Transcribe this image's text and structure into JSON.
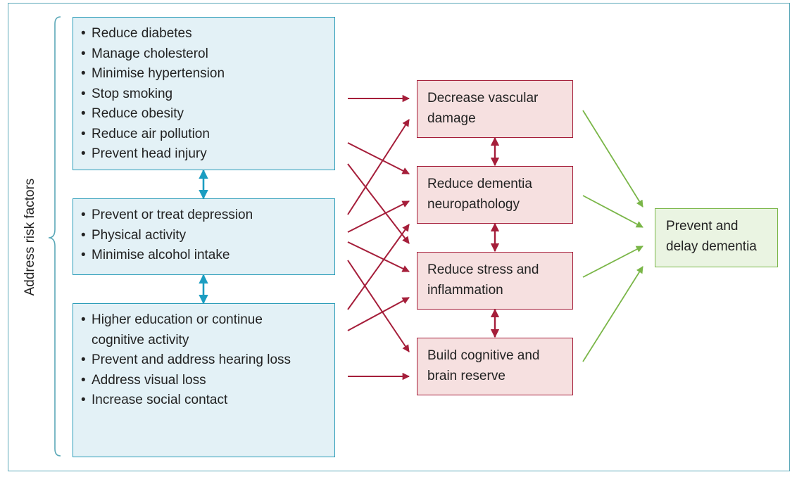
{
  "side_label": "Address risk factors",
  "risk_groups": [
    {
      "items": [
        "Reduce diabetes",
        "Manage cholesterol",
        "Minimise hypertension",
        "Stop smoking",
        "Reduce obesity",
        "Reduce air pollution",
        "Prevent head injury"
      ]
    },
    {
      "items": [
        "Prevent or treat depression",
        "Physical activity",
        "Minimise alcohol intake"
      ]
    },
    {
      "items": [
        "Higher education or continue cognitive activity",
        "Prevent and address hearing loss",
        "Address visual loss",
        "Increase social contact"
      ]
    }
  ],
  "mechanisms": [
    {
      "line1": "Decrease vascular",
      "line2": "damage"
    },
    {
      "line1": "Reduce dementia",
      "line2": "neuropathology"
    },
    {
      "line1": "Reduce stress and",
      "line2": "inflammation"
    },
    {
      "line1": "Build cognitive and",
      "line2": "brain reserve"
    }
  ],
  "outcome": {
    "line1": "Prevent and",
    "line2": "delay dementia"
  },
  "colors": {
    "frame": "#5ba8b8",
    "risk_fill": "#e3f1f6",
    "risk_border": "#2a9cb8",
    "risk_arrow": "#1b9dc1",
    "mech_fill": "#f6e0e0",
    "mech_border": "#a51e3a",
    "mech_arrow": "#a51e3a",
    "outcome_fill": "#eaf4e2",
    "outcome_border": "#7ab648",
    "outcome_arrow": "#7ab648",
    "brace": "#5ba8b8"
  }
}
